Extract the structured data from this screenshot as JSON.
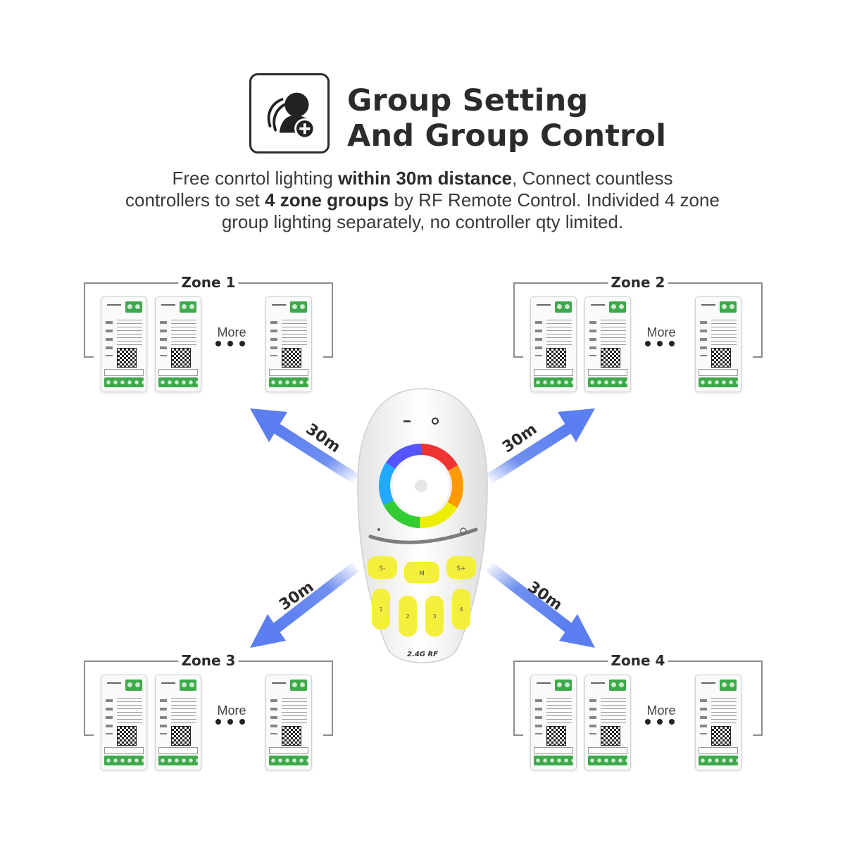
{
  "header": {
    "icon": "group-add-icon",
    "title_line1": "Group Setting",
    "title_line2": "And Group Control"
  },
  "description": {
    "line1_pre": "Free conrtol lighting ",
    "line1_bold": "within 30m distance",
    "line1_post": ", Connect countless",
    "line2_pre": "controllers to set ",
    "line2_bold": "4 zone groups",
    "line2_post": " by RF Remote Control. Individed 4 zone",
    "line3": "group lighting separately, no controller qty limited."
  },
  "zones": [
    {
      "label": "Zone 1",
      "more": "More"
    },
    {
      "label": "Zone 2",
      "more": "More"
    },
    {
      "label": "Zone 3",
      "more": "More"
    },
    {
      "label": "Zone 4",
      "more": "More"
    }
  ],
  "distance_label": "30m",
  "remote": {
    "buttons": {
      "speed_down": "S-",
      "mode": "M",
      "speed_up": "S+",
      "zone1": "1",
      "zone2": "2",
      "zone3": "3",
      "zone4": "4"
    },
    "brand_text": "2.4G RF"
  },
  "colors": {
    "arrow": "#6f8ff0",
    "terminal_green": "#3ea94a",
    "button_yellow": "#f4ef3a"
  }
}
